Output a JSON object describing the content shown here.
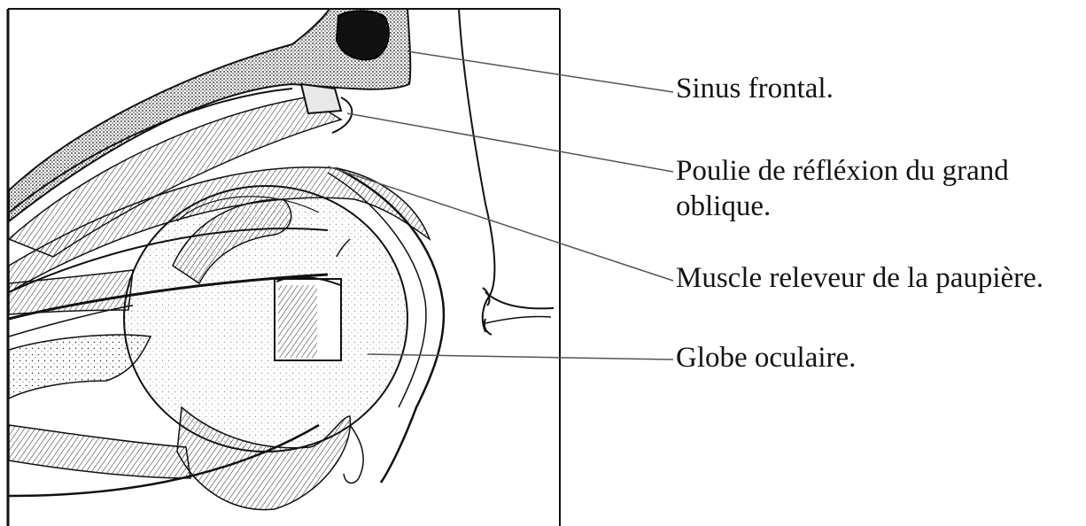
{
  "labels": {
    "sinus_frontal": "Sinus frontal.",
    "poulie_line1": "Poulie de réfléxion du grand",
    "poulie_line2": "oblique.",
    "muscle_releveur": "Muscle releveur de la paupière.",
    "globe_oculaire": "Globe oculaire."
  },
  "colors": {
    "ink": "#141414",
    "leader_line": "#555555",
    "background": "#ffffff"
  }
}
